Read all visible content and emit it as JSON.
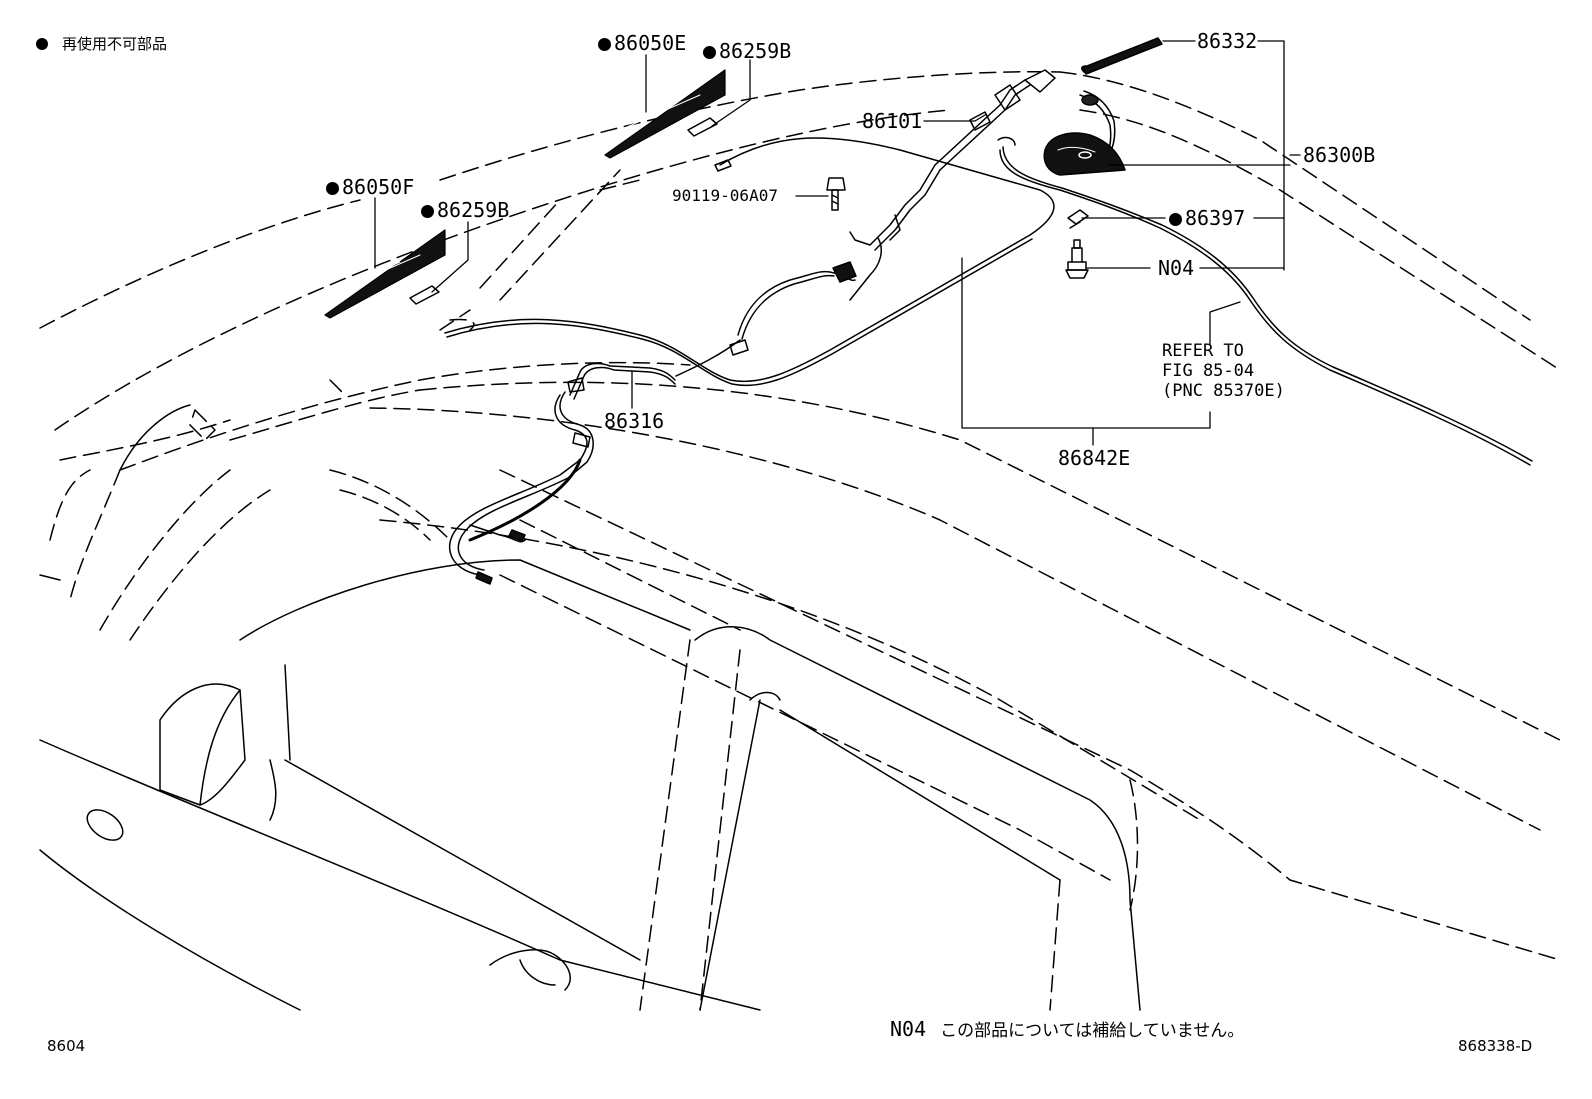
{
  "legend": {
    "text": "再使用不可部品"
  },
  "parts": {
    "p86050E": "86050E",
    "p86259B_top": "86259B",
    "p86050F": "86050F",
    "p86259B_left": "86259B",
    "p86332": "86332",
    "p86101": "86101",
    "p86300B": "86300B",
    "p90119": "90119-06A07",
    "p86397": "86397",
    "pN04": "N04",
    "p86316": "86316",
    "p86842E": "86842E"
  },
  "refer_note": "REFER TO\nFIG 85-04\n(PNC 85370E)",
  "footer": {
    "code": "N04",
    "text": "この部品については補給していません。"
  },
  "figure_number": "8604",
  "image_id": "868338-D"
}
